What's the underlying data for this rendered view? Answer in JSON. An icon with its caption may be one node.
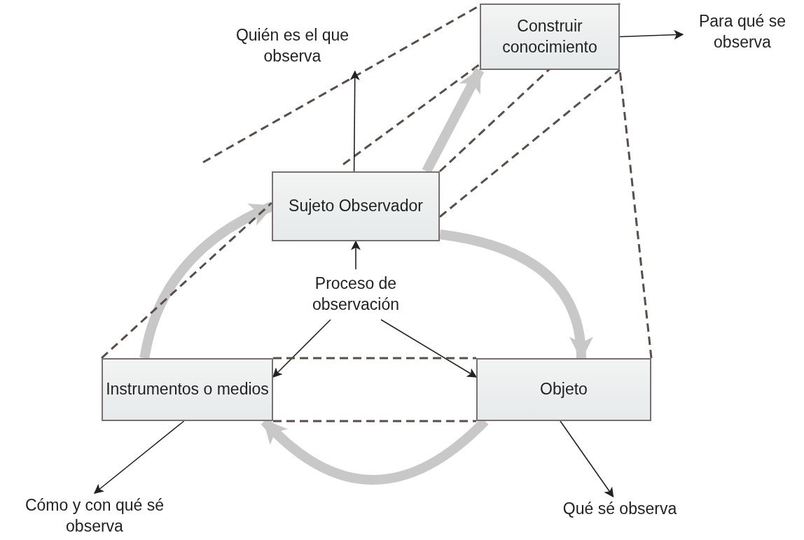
{
  "diagram": {
    "nodes": [
      {
        "text": [
          "Construir conocimiento"
        ]
      },
      {
        "text": [
          "Para qué se observa"
        ]
      },
      {
        "text": [
          "Quién es el que observa"
        ]
      },
      {
        "text": [
          "Sujeto Observador"
        ]
      },
      {
        "text": [
          "Proceso de observación"
        ]
      },
      {
        "text": [
          "Instrumentos o medios"
        ]
      },
      {
        "text": [
          "Objeto"
        ]
      },
      {
        "text": [
          "Cómo y con qué sé observa"
        ]
      },
      {
        "text": [
          "Qué sé observa"
        ]
      }
    ],
    "edges": [
      {
        "from": 0,
        "to": 1,
        "arrow": "to"
      },
      {
        "from": 3,
        "to": 2,
        "arrow": "to"
      },
      {
        "from": 4,
        "to": 3,
        "arrow": "to"
      },
      {
        "from": 4,
        "to": 5,
        "arrow": "to"
      },
      {
        "from": 4,
        "to": 6,
        "arrow": "to"
      },
      {
        "from": 5,
        "to": 7,
        "arrow": "to"
      },
      {
        "from": 6,
        "to": 8,
        "arrow": "to"
      },
      {
        "from": 3,
        "to": 0,
        "arrow": "to",
        "style": "thick",
        "color": "#c8c8c8"
      },
      {
        "from": 3,
        "to": 6,
        "arrow": "to",
        "style": "thick",
        "color": "#c8c8c8"
      },
      {
        "from": 6,
        "to": 5,
        "arrow": "to",
        "style": "thick",
        "color": "#c8c8c8"
      },
      {
        "from": 5,
        "to": 3,
        "arrow": "to",
        "style": "thick",
        "color": "#c8c8c8"
      },
      {
        "from": 3,
        "to": 0,
        "arrow": "none",
        "style": "dashed",
        "color": "#5a4e4a"
      },
      {
        "from": 3,
        "to": 0,
        "arrow": "none",
        "style": "dashed",
        "color": "#5a4e4a"
      },
      {
        "from": 5,
        "to": 3,
        "arrow": "none",
        "style": "dashed",
        "color": "#5a4e4a"
      },
      {
        "from": 6,
        "to": 0,
        "arrow": "none",
        "style": "dashed",
        "color": "#5a4e4a"
      },
      {
        "from": 5,
        "to": 6,
        "arrow": "none",
        "style": "dashed",
        "color": "#5a4e4a"
      },
      {
        "from": 5,
        "to": 6,
        "arrow": "none",
        "style": "dashed",
        "color": "#5a4e4a"
      }
    ]
  }
}
